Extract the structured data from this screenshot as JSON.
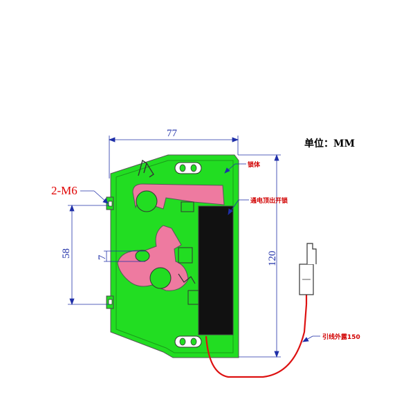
{
  "unit_label": "单位：MM",
  "dimensions": {
    "width": "77",
    "height": "120",
    "hole_spacing": "58",
    "slot_gap": "7"
  },
  "labels": {
    "thread": "2-M6",
    "lock_body": "锁体",
    "power_open": "通电顶出开锁",
    "lead_wire": "引线外露150"
  },
  "colors": {
    "body": "#22dd22",
    "latch": "#ee7aa0",
    "solenoid": "#111111",
    "wire": "#dd1111",
    "dimension": "#1f2fa8",
    "callout": "#d10000"
  }
}
